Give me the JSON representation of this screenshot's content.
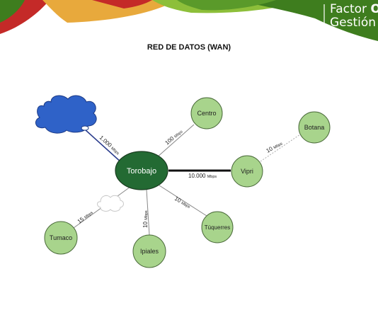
{
  "banner": {
    "title_line1_prefix": "Factor ",
    "title_line1_bold": "Or",
    "title_line2": "Gestión y",
    "colors": {
      "green_dark": "#3e7d1e",
      "orange": "#e8a93c",
      "red": "#c42a28",
      "green_light": "#8dbf3a"
    }
  },
  "slide": {
    "title": "RED DE DATOS (WAN)"
  },
  "network": {
    "hub": {
      "label": "Torobajo",
      "color": "#236a33"
    },
    "node_color": "#a8d48c",
    "cloud_color": "#2f62c8",
    "nodes": [
      {
        "id": "centro",
        "label": "Centro",
        "link": "100 Mbps"
      },
      {
        "id": "vipri",
        "label": "Vipri",
        "link": "10.000 Mbps"
      },
      {
        "id": "botana",
        "label": "Botana",
        "link": "10 Mbps"
      },
      {
        "id": "tuquerres",
        "label": "Túquerres",
        "link": "10 Mbps"
      },
      {
        "id": "ipiales",
        "label": "Ipiales",
        "link": "10 Mbps"
      },
      {
        "id": "tumaco",
        "label": "Tumaco",
        "link": "15 Mbps"
      }
    ],
    "internet_link": "1.000 Mbps"
  }
}
